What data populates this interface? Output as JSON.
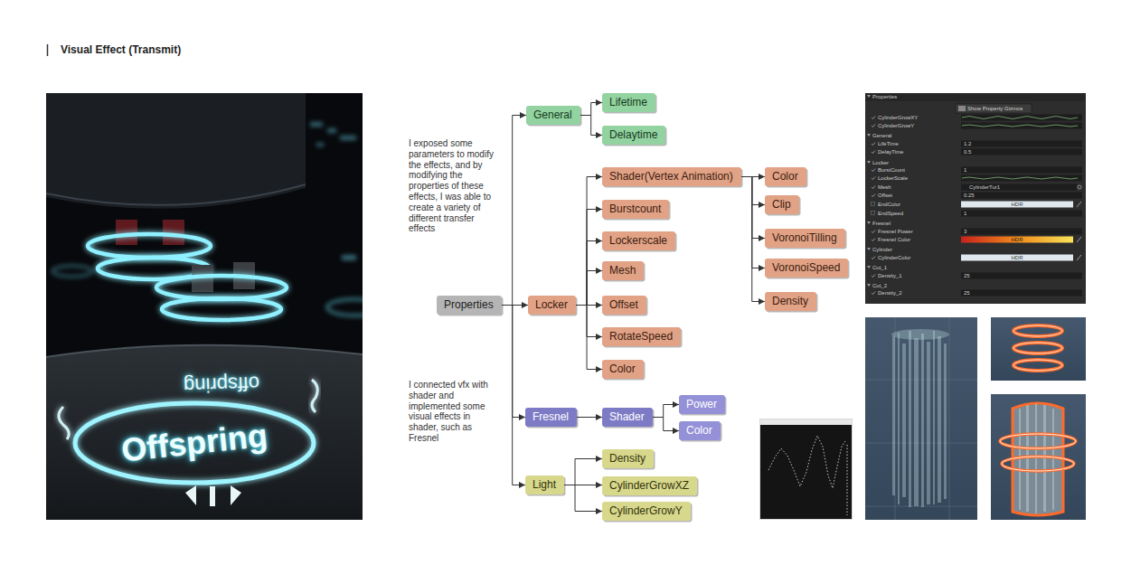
{
  "diagram": {
    "title": "Visual Effect (Transmit)",
    "nodes": [
      {
        "text": [
          "Properties"
        ]
      },
      {
        "text": [
          "General"
        ]
      },
      {
        "text": [
          "Lifetime"
        ]
      },
      {
        "text": [
          "Delaytime"
        ]
      },
      {
        "text": [
          "Locker"
        ]
      },
      {
        "text": [
          "Shader(Vertex Animation)"
        ]
      },
      {
        "text": [
          "Burstcount"
        ]
      },
      {
        "text": [
          "Lockerscale"
        ]
      },
      {
        "text": [
          "Mesh"
        ]
      },
      {
        "text": [
          "Offset"
        ]
      },
      {
        "text": [
          "RotateSpeed"
        ]
      },
      {
        "text": [
          "Color"
        ]
      },
      {
        "text": [
          "Color"
        ]
      },
      {
        "text": [
          "Clip"
        ]
      },
      {
        "text": [
          "VoronoiTilling"
        ]
      },
      {
        "text": [
          "VoronoiSpeed"
        ]
      },
      {
        "text": [
          "Density"
        ]
      },
      {
        "text": [
          "Fresnel"
        ]
      },
      {
        "text": [
          "Shader"
        ]
      },
      {
        "text": [
          "Power"
        ]
      },
      {
        "text": [
          "Color"
        ]
      },
      {
        "text": [
          "Light"
        ]
      },
      {
        "text": [
          "Density"
        ]
      },
      {
        "text": [
          "CylinderGrowXZ"
        ]
      },
      {
        "text": [
          "CylinderGrowY"
        ]
      }
    ],
    "edges": [
      {
        "from": 0,
        "to": 1,
        "arrow": "to"
      },
      {
        "from": 0,
        "to": 4,
        "arrow": "to"
      },
      {
        "from": 0,
        "to": 17,
        "arrow": "to"
      },
      {
        "from": 0,
        "to": 21,
        "arrow": "to"
      },
      {
        "from": 1,
        "to": 2,
        "arrow": "to"
      },
      {
        "from": 1,
        "to": 3,
        "arrow": "to"
      },
      {
        "from": 4,
        "to": 5,
        "arrow": "to"
      },
      {
        "from": 4,
        "to": 6,
        "arrow": "to"
      },
      {
        "from": 4,
        "to": 7,
        "arrow": "to"
      },
      {
        "from": 4,
        "to": 8,
        "arrow": "to"
      },
      {
        "from": 4,
        "to": 9,
        "arrow": "to"
      },
      {
        "from": 4,
        "to": 10,
        "arrow": "to"
      },
      {
        "from": 4,
        "to": 11,
        "arrow": "to"
      },
      {
        "from": 5,
        "to": 12,
        "arrow": "to"
      },
      {
        "from": 5,
        "to": 13,
        "arrow": "to"
      },
      {
        "from": 5,
        "to": 14,
        "arrow": "to"
      },
      {
        "from": 5,
        "to": 15,
        "arrow": "to"
      },
      {
        "from": 5,
        "to": 16,
        "arrow": "to"
      },
      {
        "from": 17,
        "to": 18,
        "arrow": "to"
      },
      {
        "from": 18,
        "to": 19,
        "arrow": "to"
      },
      {
        "from": 18,
        "to": 20,
        "arrow": "to"
      },
      {
        "from": 21,
        "to": 22,
        "arrow": "to"
      },
      {
        "from": 21,
        "to": 23,
        "arrow": "to"
      },
      {
        "from": 21,
        "to": 24,
        "arrow": "to"
      }
    ],
    "labels": [
      "I exposed some parameters to modify the effects, and by modifying the properties of these effects, I was able to create a variety of different transfer effects",
      "I connected vfx with shader and implemented some visual effects in shader, such as Fresnel",
      "offspring",
      "Offspring",
      "Properties",
      "Show Property Gizmos",
      "CylinderGrowXY",
      "CylinderGrowY",
      "General",
      "LifeTime",
      "1.2",
      "DelayTime",
      "0.5",
      "Locker",
      "BurstCount",
      "1",
      "LockerScale",
      "Mesh",
      "CylinderTur1",
      "Offset",
      "0.25",
      "EndColor",
      "HDR",
      "EndSpeed",
      "1",
      "Fresnel",
      "Fresnel Power",
      "3",
      "Fresnel Color",
      "HDR",
      "Cylinder",
      "CylinderColor",
      "HDR",
      "Cut_1",
      "Density_1",
      "25",
      "Cut_2",
      "Density_2",
      "25"
    ]
  }
}
